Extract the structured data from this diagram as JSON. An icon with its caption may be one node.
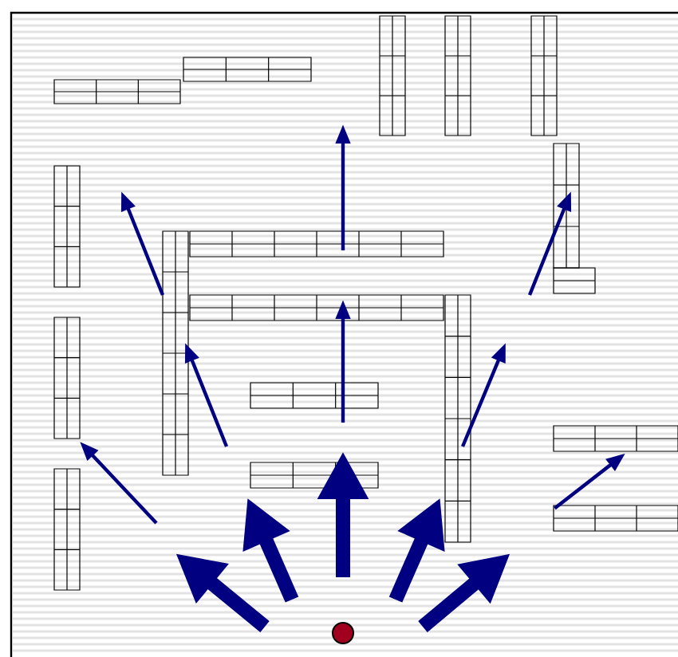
{
  "diagram": {
    "nodes": [
      {
        "text": [],
        "shape": "box"
      },
      {
        "text": [],
        "shape": "box"
      },
      {
        "text": [],
        "shape": "box"
      },
      {
        "text": [],
        "shape": "box"
      },
      {
        "text": [],
        "shape": "box"
      },
      {
        "text": [],
        "shape": "box"
      },
      {
        "text": [],
        "shape": "box"
      },
      {
        "text": [],
        "shape": "box"
      },
      {
        "text": [],
        "shape": "box"
      },
      {
        "text": [],
        "shape": "box"
      },
      {
        "text": [],
        "shape": "box"
      },
      {
        "text": [],
        "shape": "box"
      },
      {
        "text": [],
        "shape": "box"
      },
      {
        "text": [],
        "shape": "box"
      },
      {
        "text": [],
        "shape": "box"
      },
      {
        "text": [],
        "shape": "box"
      },
      {
        "text": [],
        "shape": "box"
      },
      {
        "text": [],
        "shape": "box"
      },
      {
        "text": [],
        "shape": "circle"
      }
    ],
    "edges": [
      {
        "from": 17,
        "to": 14,
        "arrow": "to"
      }
    ]
  }
}
